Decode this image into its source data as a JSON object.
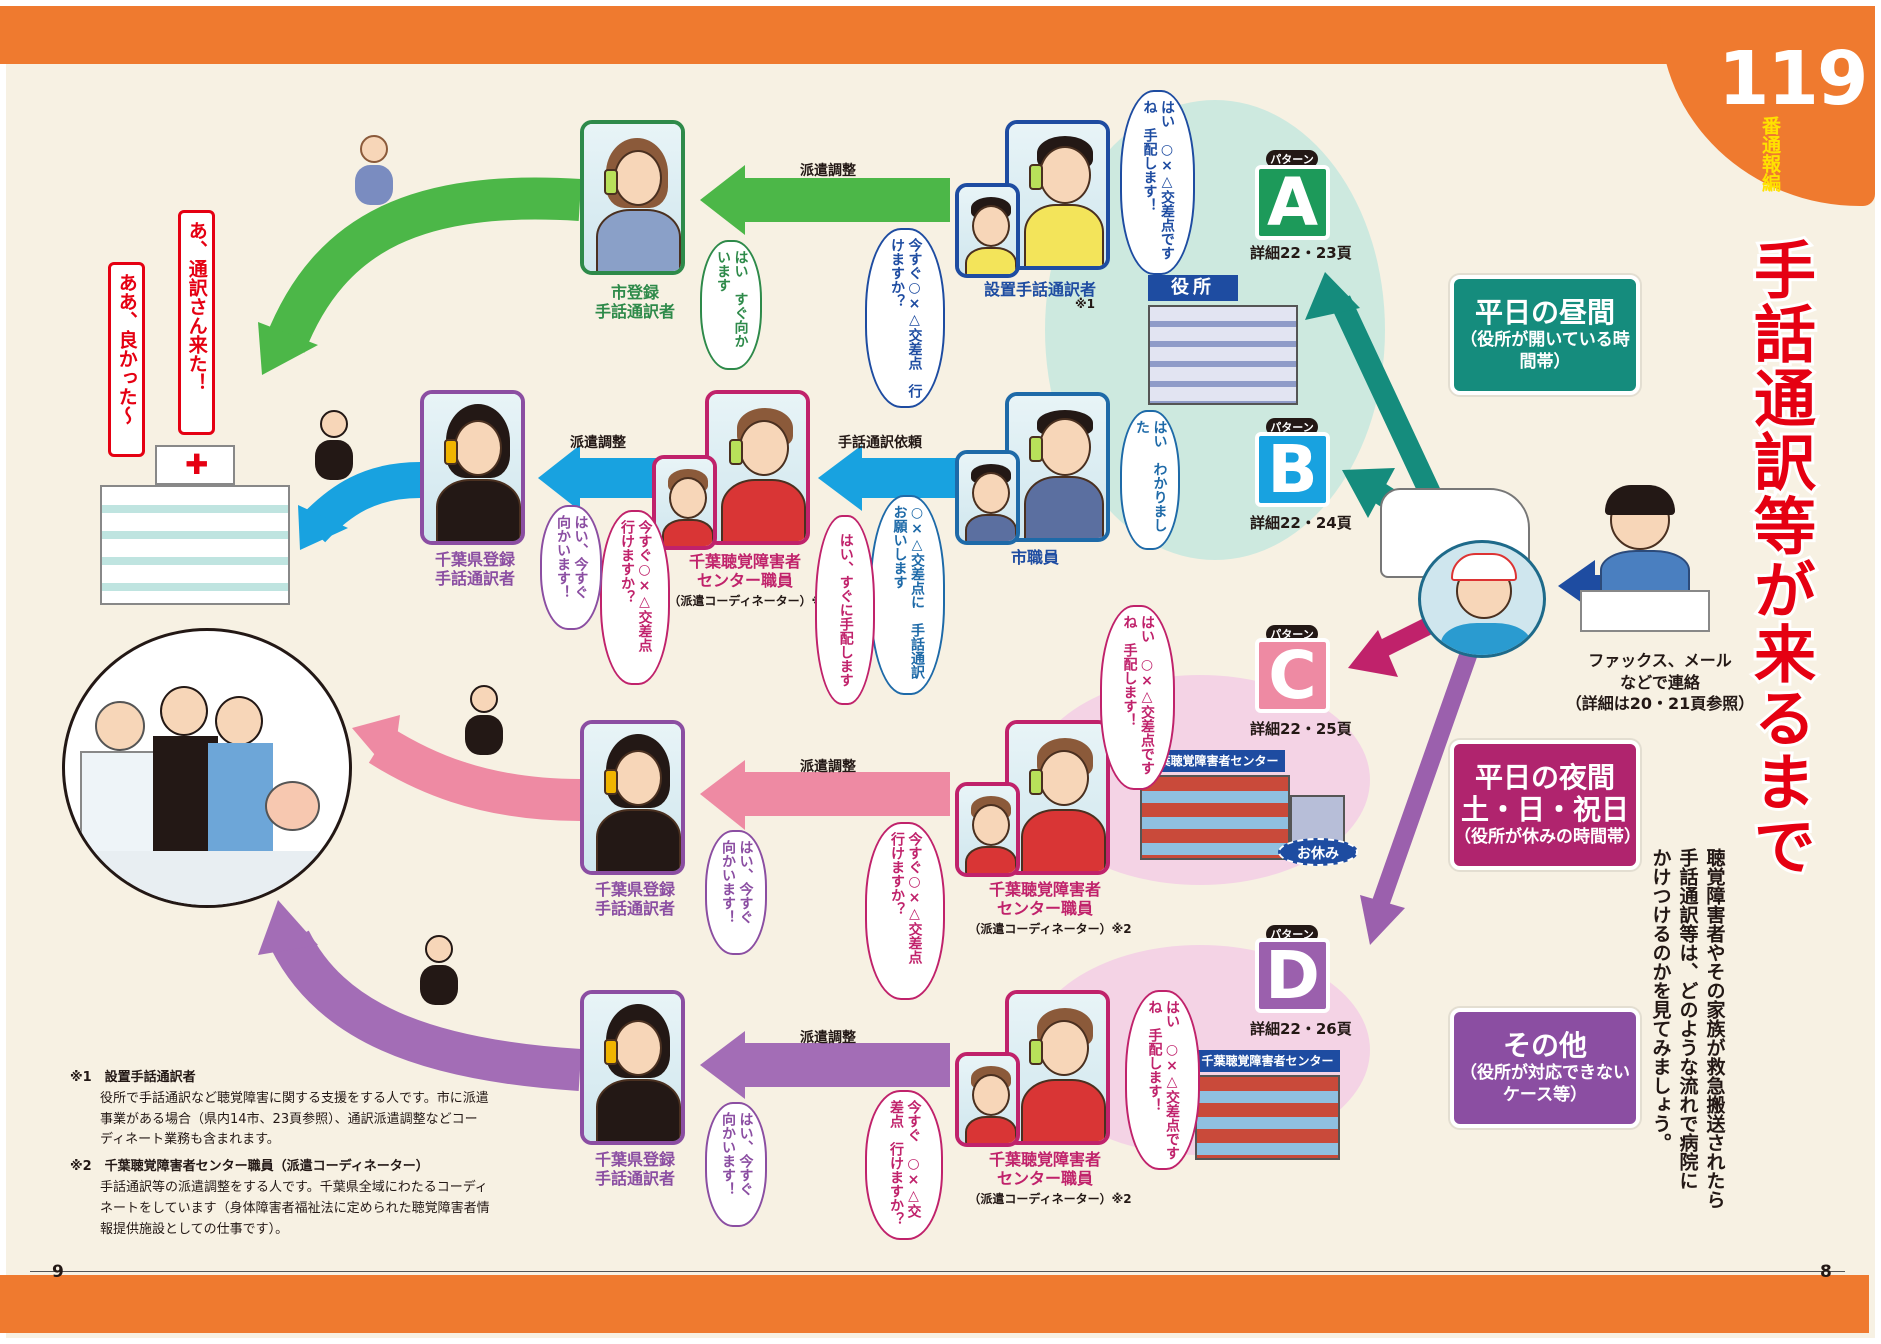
{
  "header": {
    "number": "119",
    "section": "番通報編"
  },
  "title": "手話通訳等が来るまで",
  "intro": [
    "聴覚障害者やその家族が救急搬送されたら",
    "手話通訳等は、どのような流れで病院に",
    "かけつけるのかを見てみましょう。"
  ],
  "categories": [
    {
      "title": "平日の昼間",
      "sub": "（役所が開いている時間帯）",
      "color": "#158c7d"
    },
    {
      "title": "平日の夜間\n土・日・祝日",
      "sub": "（役所が休みの時間帯）",
      "color": "#b0246e"
    },
    {
      "title": "その他",
      "sub": "（役所が対応できないケース等）",
      "color": "#8b4ea2"
    }
  ],
  "patterns": [
    {
      "label": "パターン",
      "letter": "A",
      "detail": "詳細22・23頁",
      "color": "#1d9a5a"
    },
    {
      "label": "パターン",
      "letter": "B",
      "detail": "詳細22・24頁",
      "color": "#18a2e0"
    },
    {
      "label": "パターン",
      "letter": "C",
      "detail": "詳細22・25頁",
      "color": "#ee8aa3"
    },
    {
      "label": "パターン",
      "letter": "D",
      "detail": "詳細22・26頁",
      "color": "#9b60ad"
    }
  ],
  "fax_caption": [
    "ファックス、メール",
    "などで連絡",
    "（詳細は20・21頁参照）"
  ],
  "buildings": {
    "yakusho": "役所",
    "center": "千葉聴覚障害者センター",
    "oyasumi": "お休み"
  },
  "flows": {
    "haken": "派遣調整",
    "irai": "手話通訳依頼"
  },
  "roles": {
    "setchi": "設置手話通訳者",
    "setchi_mark": "※1",
    "shitouroku": "市登録\n手話通訳者",
    "shokuin": "市職員",
    "kentouroku": "千葉県登録\n手話通訳者",
    "center_staff": "千葉聴覚障害者\nセンター職員",
    "coordinator": "（派遣コーディネーター）※2"
  },
  "bubbles": {
    "a_right": "はい　○×△交差点ですね　手配します！",
    "a_left": "今すぐ○×△交差点　行けますか？",
    "a_interp": "はい　すぐ向かいます",
    "b_right": "はい　わかりました",
    "b_mid": "○×△交差点に　手話通訳お願いします",
    "b_center": "はい、すぐに手配します",
    "b_left": "今すぐ○×△交差点　行けますか？",
    "b_interp": "はい、今すぐ　向かいます！",
    "c_right": "はい　○×△交差点ですね　手配します！",
    "c_left": "今すぐ○×△交差点　行けますか？",
    "c_interp": "はい、今すぐ　向かいます！",
    "d_right": "はい　○×△交差点ですね　手配します！",
    "d_left": "今すぐ　○×△交差点　行けますか？",
    "d_interp": "はい、今すぐ　向かいます！",
    "hospital1": "あ、通訳さん来た！",
    "hospital2": "ああ、良かった～"
  },
  "notes": [
    {
      "head": "※1　設置手話通訳者",
      "text": "役所で手話通訳など聴覚障害に関する支援をする人です。市に派遣事業がある場合（県内14市、23頁参照）、通訳派遣調整などコーディネート業務も含まれます。"
    },
    {
      "head": "※2　千葉聴覚障害者センター職員（派遣コーディネーター）",
      "text": "手話通訳等の派遣調整をする人です。千葉県全域にわたるコーディネートをしています（身体障害者福祉法に定められた聴覚障害者情報提供施設としての仕事です）。"
    }
  ],
  "page_numbers": {
    "left": "9",
    "right": "8"
  },
  "colors": {
    "orange": "#ef7a2f",
    "red": "#e50012",
    "green": "#4cb748",
    "blue": "#18a2e0",
    "pink": "#ee8aa3",
    "purple": "#a36db6",
    "teal": "#158c7d"
  }
}
